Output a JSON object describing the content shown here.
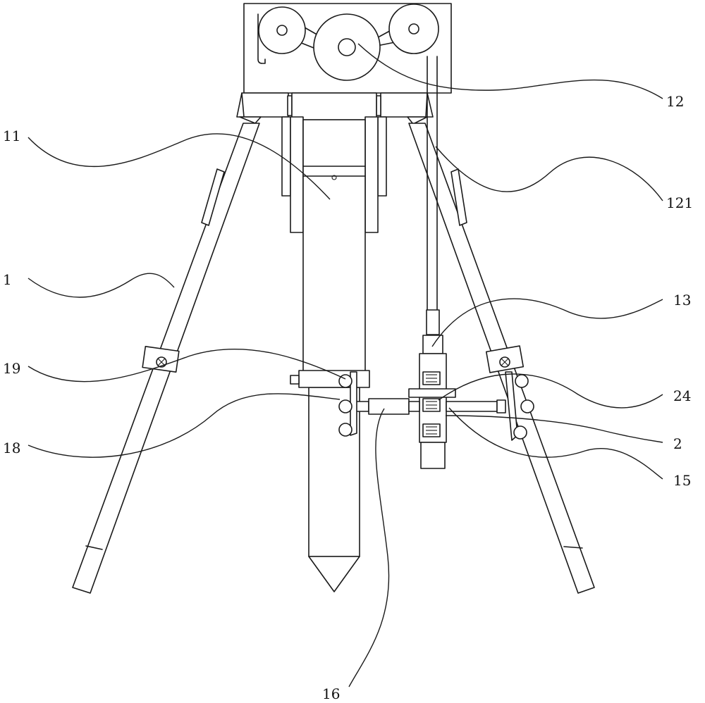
{
  "figure": {
    "title": "Patent drawing – tripod sampling device",
    "reference_labels": [
      {
        "id": "12",
        "text": "12"
      },
      {
        "id": "11",
        "text": "11"
      },
      {
        "id": "121",
        "text": "121"
      },
      {
        "id": "1",
        "text": "1"
      },
      {
        "id": "13",
        "text": "13"
      },
      {
        "id": "19",
        "text": "19"
      },
      {
        "id": "24",
        "text": "24"
      },
      {
        "id": "2",
        "text": "2"
      },
      {
        "id": "18",
        "text": "18"
      },
      {
        "id": "15",
        "text": "15"
      },
      {
        "id": "16",
        "text": "16"
      }
    ]
  },
  "colors": {
    "line": "#1a1a1a",
    "background": "#ffffff"
  }
}
